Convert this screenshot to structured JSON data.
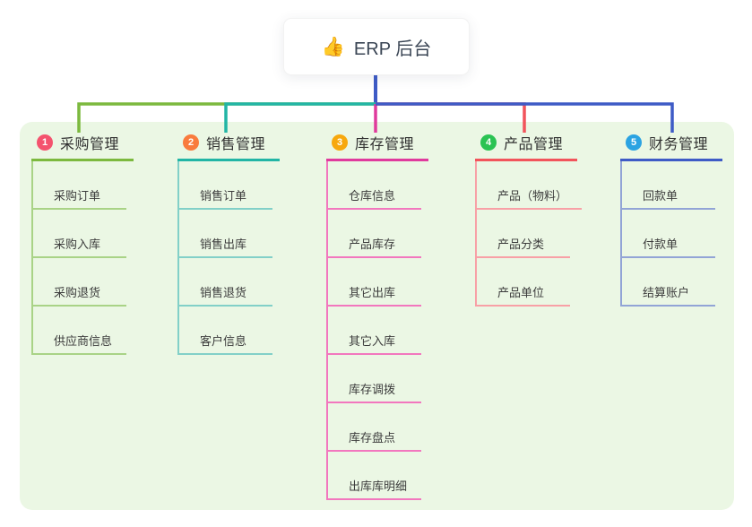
{
  "root": {
    "emoji": "👍",
    "label": "ERP 后台"
  },
  "connector": {
    "root_line_color": "#3E5BC6"
  },
  "branches": [
    {
      "index": "1",
      "label": "采购管理",
      "badge_color": "#F4536E",
      "line_color": "#7CB93E",
      "child_line_color": "#A9D386",
      "children": [
        "采购订单",
        "采购入库",
        "采购退货",
        "供应商信息"
      ]
    },
    {
      "index": "2",
      "label": "销售管理",
      "badge_color": "#F97B3D",
      "line_color": "#22B5A5",
      "child_line_color": "#82D0C8",
      "children": [
        "销售订单",
        "销售出库",
        "销售退货",
        "客户信息"
      ]
    },
    {
      "index": "3",
      "label": "库存管理",
      "badge_color": "#F7A80D",
      "line_color": "#E03A9D",
      "child_line_color": "#F277BE",
      "children": [
        "仓库信息",
        "产品库存",
        "其它出库",
        "其它入库",
        "库存调拨",
        "库存盘点",
        "出库库明细"
      ]
    },
    {
      "index": "4",
      "label": "产品管理",
      "badge_color": "#2BC353",
      "line_color": "#F2545B",
      "child_line_color": "#F8A0A6",
      "children": [
        "产品（物料）",
        "产品分类",
        "产品单位"
      ]
    },
    {
      "index": "5",
      "label": "财务管理",
      "badge_color": "#2BA3E2",
      "line_color": "#3E5BC6",
      "child_line_color": "#92A4D6",
      "children": [
        "回款单",
        "付款单",
        "结算账户"
      ]
    }
  ]
}
